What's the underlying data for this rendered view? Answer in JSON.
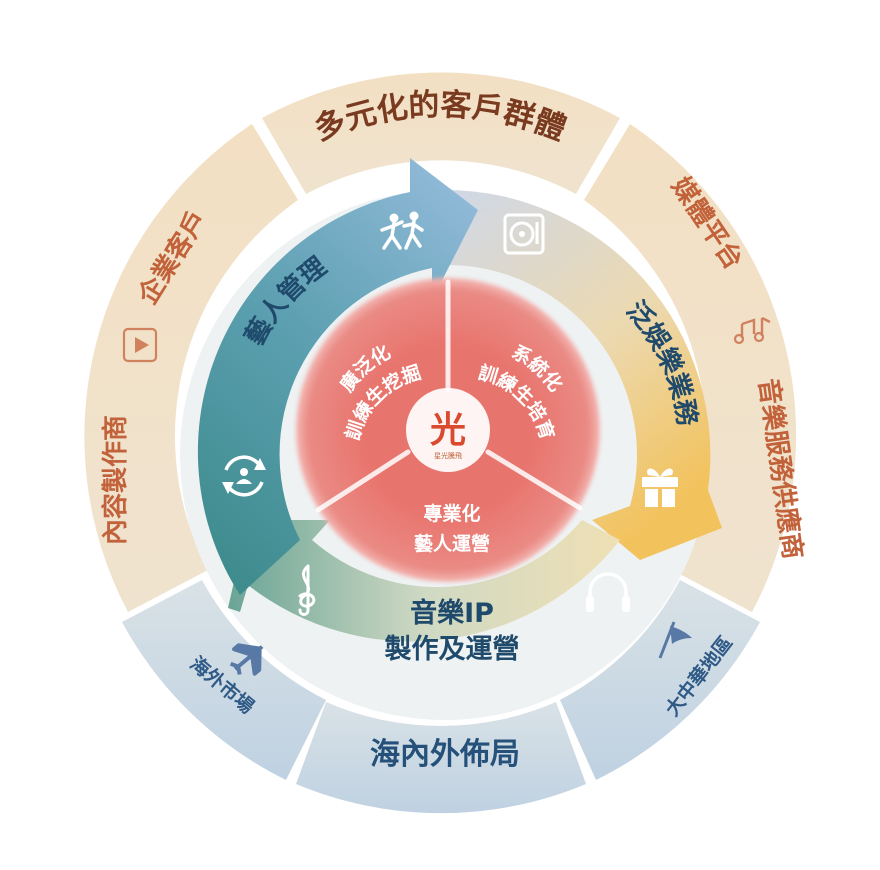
{
  "outer_ring": {
    "top_title": "多元化的客戶群體",
    "bottom_title": "海內外佈局",
    "items": {
      "enterprise": "企業客戶",
      "content": "內容製作商",
      "media": "媒體平台",
      "music_service": "音樂服務供應商",
      "overseas": "海外市場",
      "greater_china": "大中華地區"
    }
  },
  "middle_ring": {
    "artist_mgmt": "藝人管理",
    "pan_entertainment": "泛娛樂業務",
    "music_ip_line1": "音樂IP",
    "music_ip_line2": "製作及運營"
  },
  "core": {
    "left_line1": "廣泛化",
    "left_line2": "訓練生挖掘",
    "right_line1": "系統化",
    "right_line2": "訓練生培育",
    "bottom_line1": "專業化",
    "bottom_line2": "藝人運營",
    "logo_text": "光",
    "logo_caption": "星光騰飛"
  },
  "icons": [
    "dancers-icon",
    "vinyl-record-icon",
    "music-notes-icon",
    "gift-icon",
    "headphones-icon",
    "treble-clef-icon",
    "cycle-people-icon",
    "play-button-icon",
    "airplane-icon",
    "flag-icon"
  ],
  "colors": {
    "outer_tan": "#f1dfc2",
    "outer_blue": "#cbd9e6",
    "artist_teal": "#3f8e93",
    "artist_blue": "#8fb8d6",
    "pan_gold": "#f0c25a",
    "music_green": "#7fae8f",
    "core_red": "#e8756e"
  }
}
